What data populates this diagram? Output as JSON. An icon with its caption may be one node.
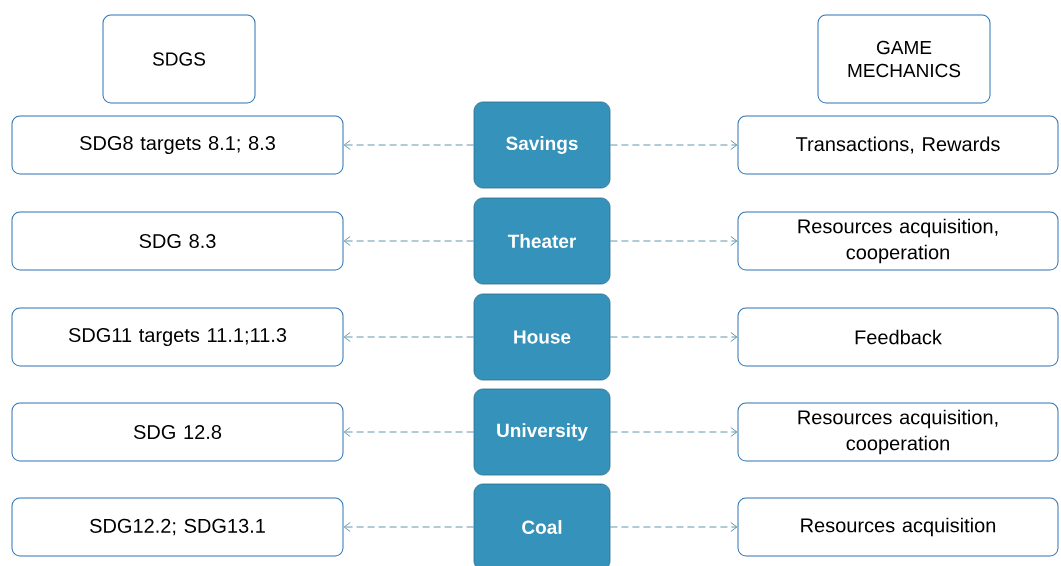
{
  "diagram": {
    "nodes": [
      {
        "text": [
          "SDGS"
        ]
      },
      {
        "text": [
          "GAME MECHANICS"
        ]
      },
      {
        "text": [
          "SDG8 targets 8.1; 8.3"
        ]
      },
      {
        "text": [
          "Savings"
        ]
      },
      {
        "text": [
          "Transactions, Rewards"
        ]
      },
      {
        "text": [
          "SDG 8.3"
        ]
      },
      {
        "text": [
          "Theater"
        ]
      },
      {
        "text": [
          "Resources acquisition, cooperation"
        ]
      },
      {
        "text": [
          "SDG11 targets 11.1;11.3"
        ]
      },
      {
        "text": [
          "House"
        ]
      },
      {
        "text": [
          "Feedback"
        ]
      },
      {
        "text": [
          "SDG 12.8"
        ]
      },
      {
        "text": [
          "University"
        ]
      },
      {
        "text": [
          "Resources acquisition, cooperation"
        ]
      },
      {
        "text": [
          "SDG12.2; SDG13.1"
        ]
      },
      {
        "text": [
          "Coal"
        ]
      },
      {
        "text": [
          "Resources acquisition"
        ]
      }
    ],
    "edges": [
      {
        "from": 3,
        "to": 2,
        "arrow": "to",
        "style": "dashed"
      },
      {
        "from": 3,
        "to": 4,
        "arrow": "to",
        "style": "dashed"
      },
      {
        "from": 6,
        "to": 5,
        "arrow": "to",
        "style": "dashed"
      },
      {
        "from": 6,
        "to": 7,
        "arrow": "to",
        "style": "dashed"
      },
      {
        "from": 9,
        "to": 8,
        "arrow": "to",
        "style": "dashed"
      },
      {
        "from": 9,
        "to": 10,
        "arrow": "to",
        "style": "dashed"
      },
      {
        "from": 12,
        "to": 11,
        "arrow": "to",
        "style": "dashed"
      },
      {
        "from": 12,
        "to": 13,
        "arrow": "to",
        "style": "dashed"
      },
      {
        "from": 15,
        "to": 14,
        "arrow": "to",
        "style": "dashed"
      },
      {
        "from": 15,
        "to": 16,
        "arrow": "to",
        "style": "dashed"
      }
    ]
  }
}
